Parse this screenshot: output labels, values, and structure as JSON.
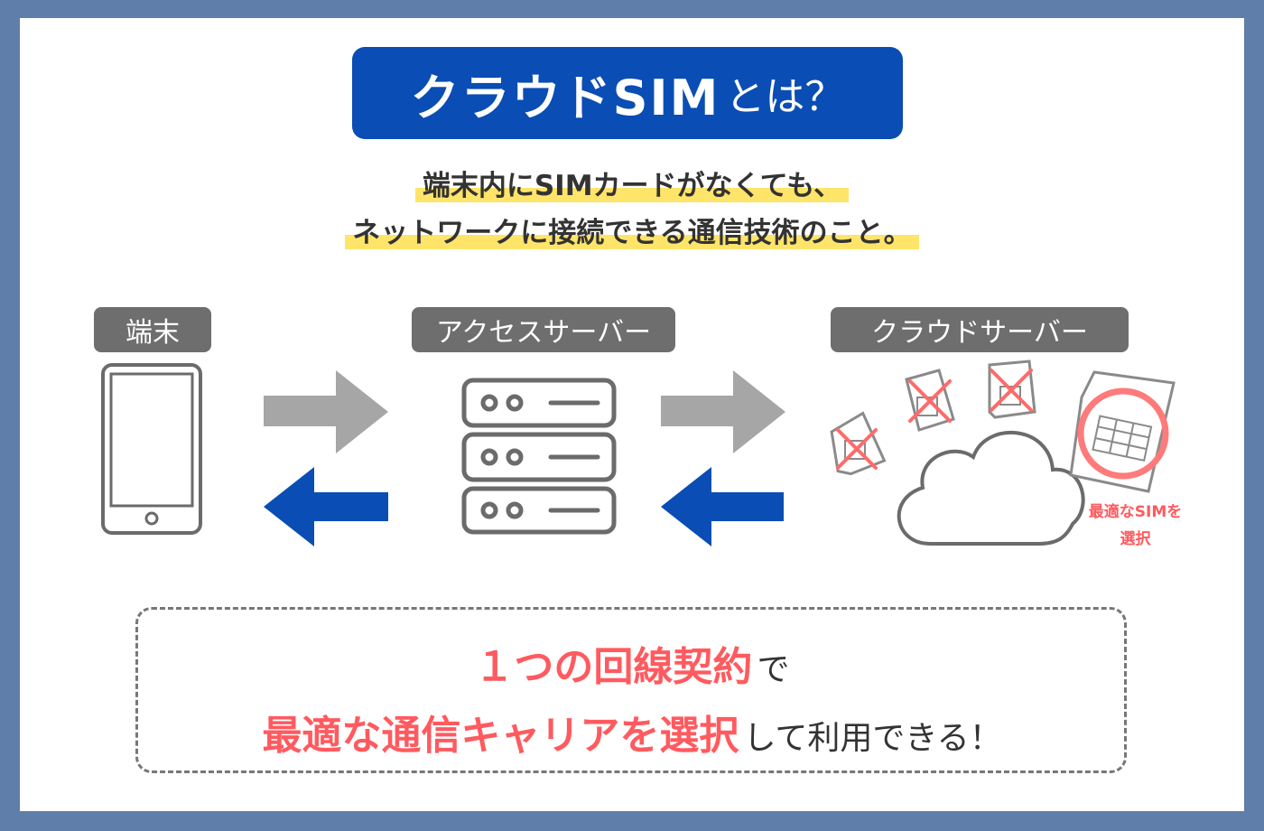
{
  "title": {
    "main": "クラウドSIM",
    "suffix": "とは？"
  },
  "subtitle": {
    "line1": "端末内にSIMカードがなくても、",
    "line2": "ネットワークに接続できる通信技術のこと。"
  },
  "nodes": {
    "device": "端末",
    "access_server": "アクセスサーバー",
    "cloud_server": "クラウドサーバー"
  },
  "sim_note": {
    "line1": "最適なSIMを",
    "line2": "選択"
  },
  "summary": {
    "line1_emph": "１つの回線契約",
    "line1_rest": "で",
    "line2_emph": "最適な通信キャリアを選択",
    "line2_rest": "して利用できる！"
  },
  "colors": {
    "frame": "#5f7faa",
    "title_bg": "#0a4db4",
    "highlight": "#ffe46a",
    "label_bg": "#6e6e6e",
    "arrow_gray": "#a6a6a6",
    "arrow_blue": "#0a4db4",
    "accent_red": "#ff5a5f"
  },
  "icons": [
    "smartphone-icon",
    "server-rack-icon",
    "cloud-icon",
    "sim-card-icon",
    "cross-mark-icon",
    "circle-mark-icon"
  ]
}
